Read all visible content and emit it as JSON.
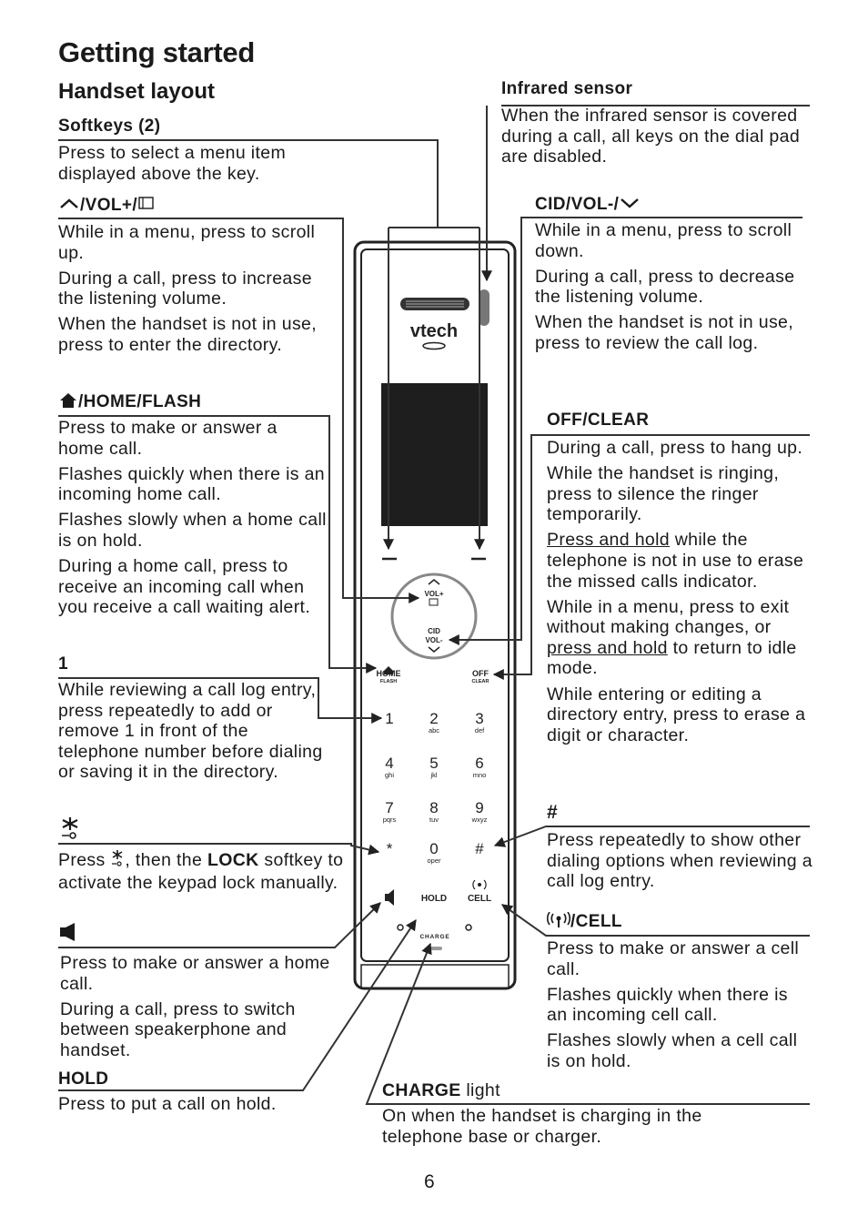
{
  "page": {
    "title": "Getting started",
    "subtitle": "Handset layout",
    "page_number": "6"
  },
  "phone": {
    "brand": "vtech",
    "nav_up_label": "VOL+",
    "nav_down_label1": "CID",
    "nav_down_label2": "VOL-",
    "home_label": "HOME",
    "home_sub": "FLASH",
    "off_label": "OFF",
    "off_sub": "CLEAR",
    "hold_label": "HOLD",
    "cell_label": "CELL",
    "charge_label": "CHARGE",
    "keys": [
      {
        "digit": "1",
        "letters": ""
      },
      {
        "digit": "2",
        "letters": "abc"
      },
      {
        "digit": "3",
        "letters": "def"
      },
      {
        "digit": "4",
        "letters": "ghi"
      },
      {
        "digit": "5",
        "letters": "jkl"
      },
      {
        "digit": "6",
        "letters": "mno"
      },
      {
        "digit": "7",
        "letters": "pqrs"
      },
      {
        "digit": "8",
        "letters": "tuv"
      },
      {
        "digit": "9",
        "letters": "wxyz"
      },
      {
        "digit": "*",
        "letters": ""
      },
      {
        "digit": "0",
        "letters": "oper"
      },
      {
        "digit": "#",
        "letters": ""
      }
    ]
  },
  "left": {
    "softkeys": {
      "title": "Softkeys (2)",
      "lines": [
        "Press to select a menu item displayed above the key."
      ]
    },
    "vol_up": {
      "title": "/VOL+/",
      "lines": [
        "While in a menu, press to scroll up.",
        "During a call, press to increase the listening volume.",
        "When the handset is not in use, press to enter the directory."
      ]
    },
    "home_flash": {
      "title": "/HOME/FLASH",
      "lines": [
        "Press to make or answer a home call.",
        "Flashes quickly when there is an incoming home call.",
        "Flashes slowly when a home call is on hold.",
        "During a home call, press to receive an incoming call when you receive a call waiting alert."
      ]
    },
    "one": {
      "title": "1",
      "lines": [
        "While reviewing a call log entry, press repeatedly to add or remove 1 in front of the telephone number before dialing or saving it in the directory."
      ]
    },
    "star": {
      "text_press": "Press ",
      "text_then": ", then the ",
      "text_lock": "LOCK",
      "text_rest": " softkey to activate the keypad lock manually."
    },
    "speaker": {
      "lines": [
        "Press to make or answer a home call.",
        "During a call, press to switch between speakerphone and handset."
      ]
    },
    "hold": {
      "title": "HOLD",
      "lines": [
        "Press to put a call on hold."
      ]
    }
  },
  "right": {
    "infrared": {
      "title": "Infrared sensor",
      "lines": [
        "When the infrared sensor is covered during a call, all keys on the dial pad are disabled."
      ]
    },
    "cid_vol": {
      "title": "CID/VOL-/",
      "lines": [
        "While in a menu, press to scroll down.",
        "During a call, press to decrease the listening volume.",
        "When the handset is not in use, press to review the call log."
      ]
    },
    "off_clear": {
      "title": "OFF/CLEAR",
      "l1": "During a call, press to hang up.",
      "l2": "While the handset is ringing, press to silence the ringer temporarily.",
      "l3_u": "Press and hold",
      "l3_rest": " while the telephone is not in use to erase the missed calls indicator.",
      "l4_a": "While in a menu, press to exit without making changes, or ",
      "l4_u": "press and hold",
      "l4_b": " to return to idle mode.",
      "l5": "While entering or editing a directory entry, press to erase a digit or character."
    },
    "hash": {
      "title": "#",
      "lines": [
        "Press repeatedly to show other dialing options when reviewing a call log entry."
      ]
    },
    "cell": {
      "title": "/CELL",
      "lines": [
        "Press to make or answer a cell call.",
        "Flashes quickly when there is an incoming cell call.",
        "Flashes slowly when a cell call is on hold."
      ]
    },
    "charge": {
      "title_bold": "CHARGE",
      "title_rest": " light",
      "lines": [
        "On when the handset is charging in the telephone base or charger."
      ]
    }
  }
}
